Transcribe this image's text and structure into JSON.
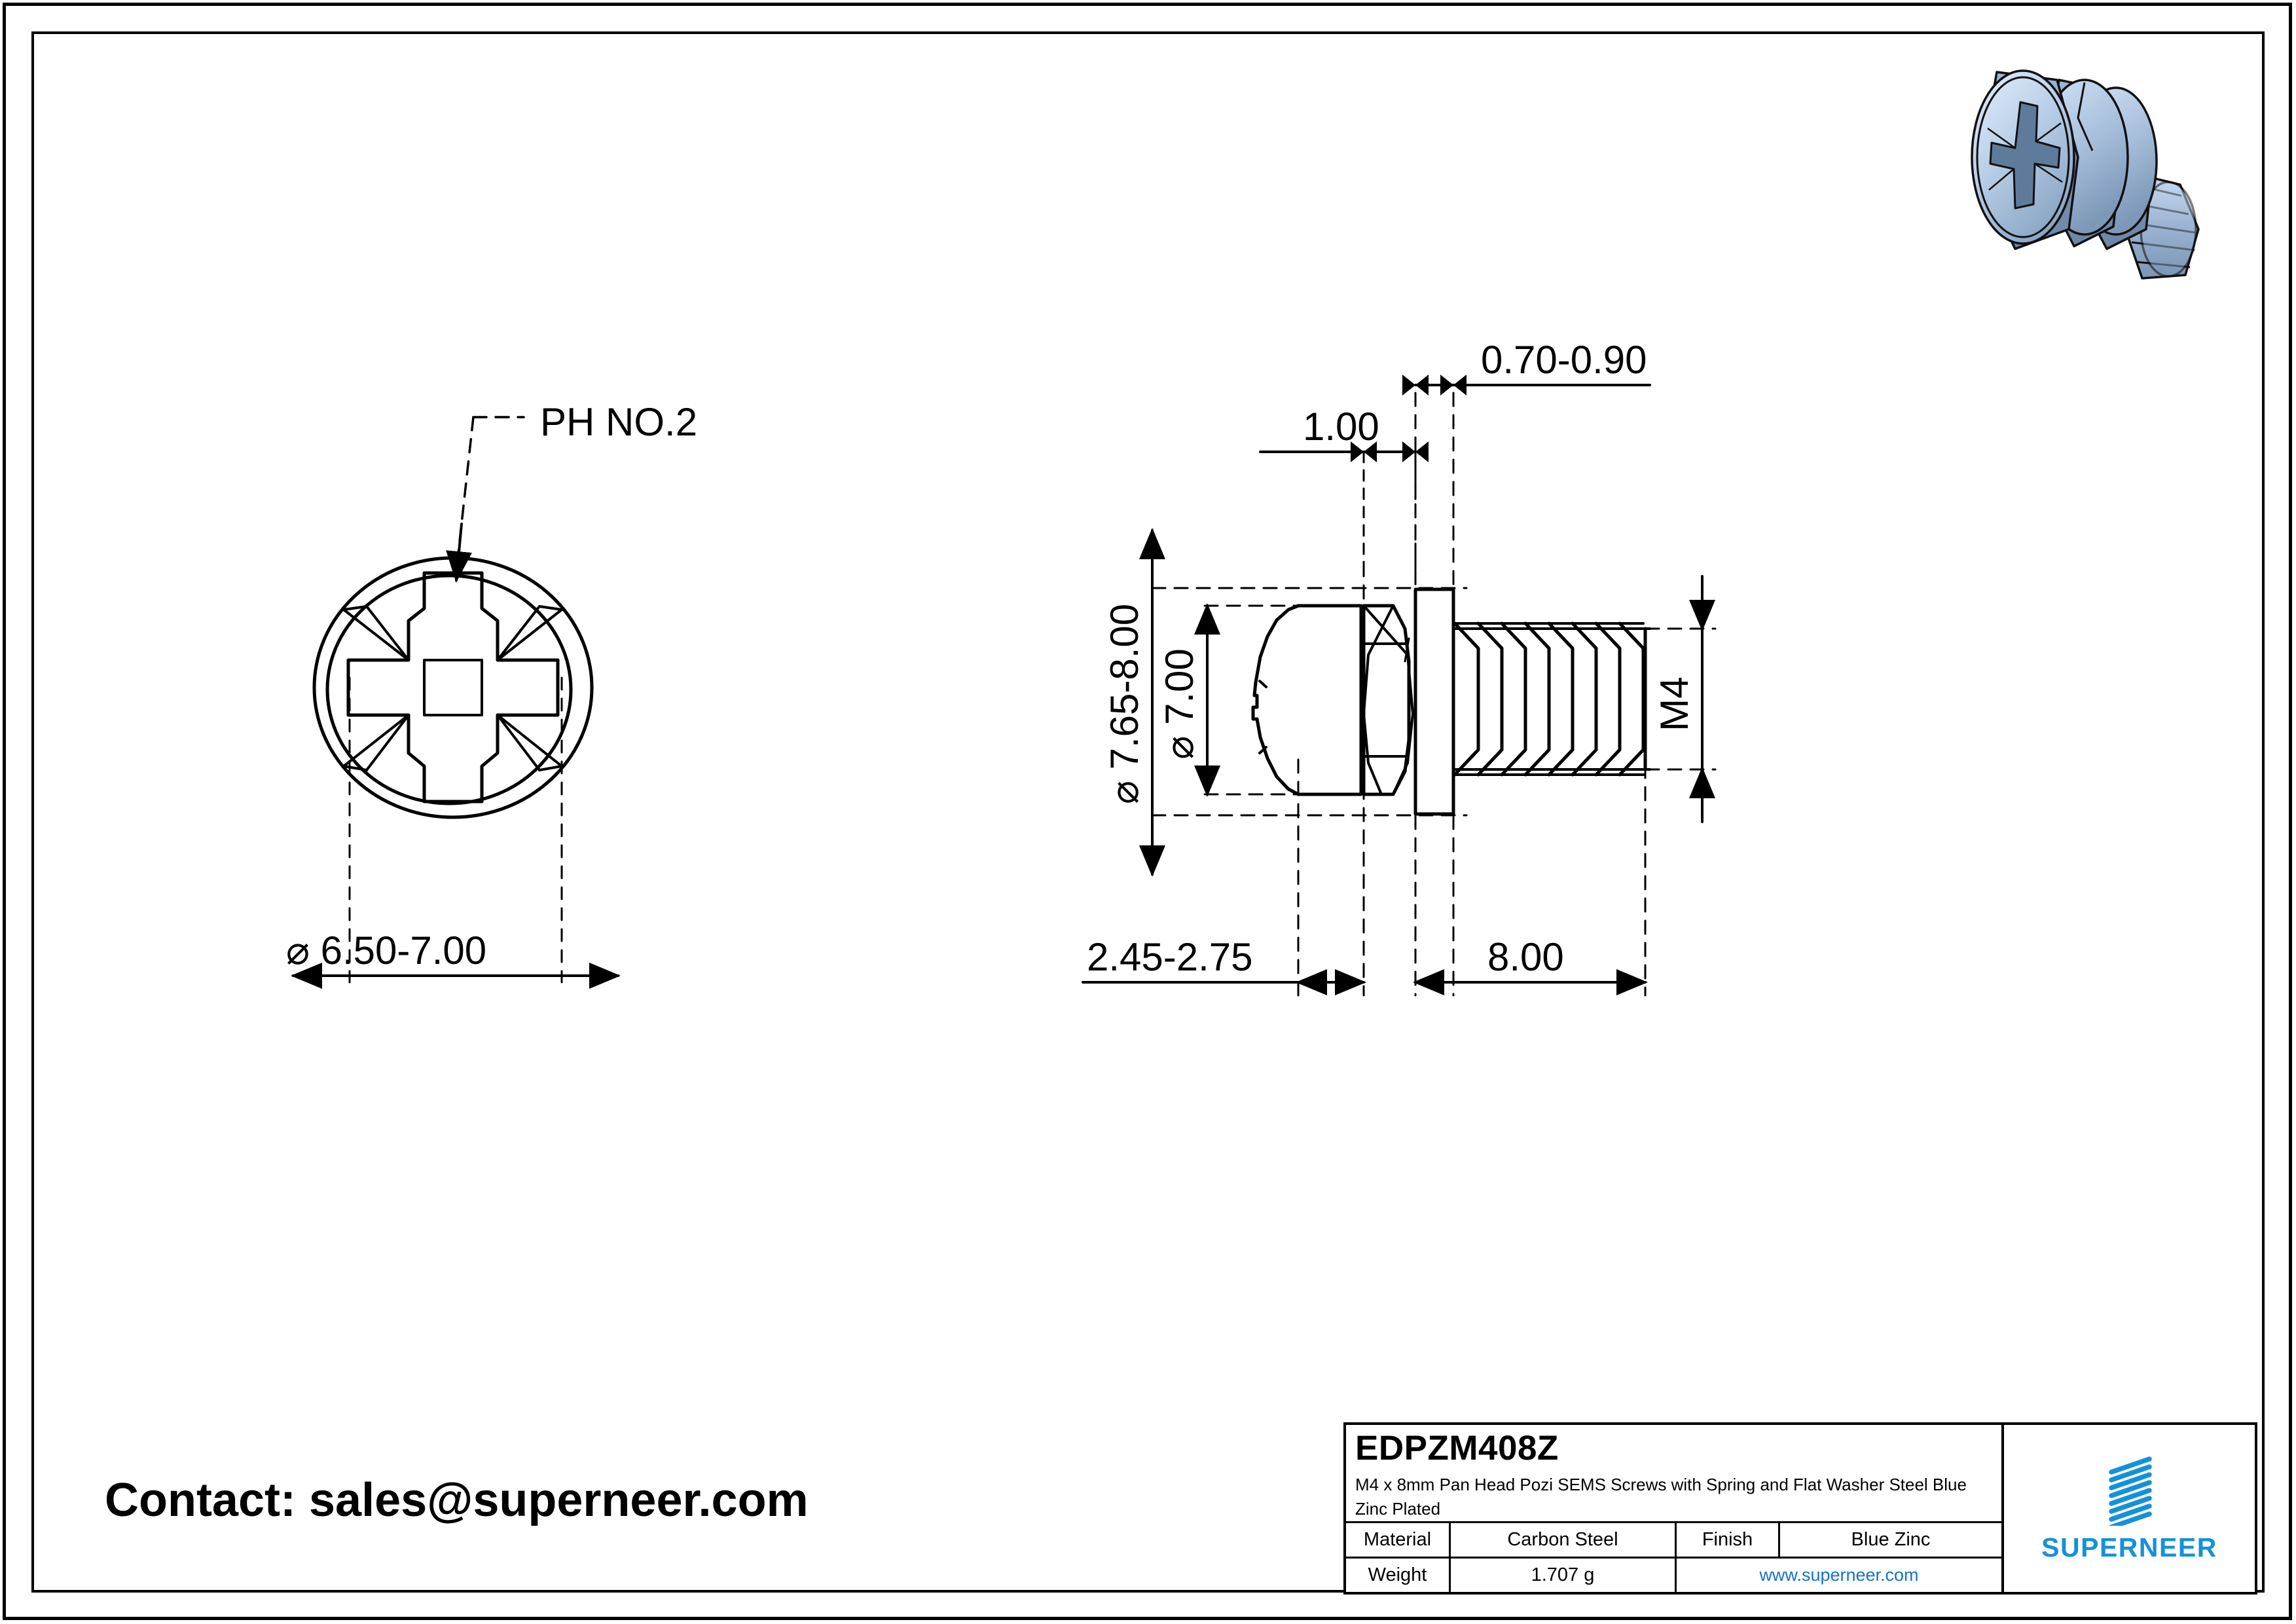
{
  "document": {
    "type": "engineering-drawing",
    "contact_line": "Contact: sales@superneer.com"
  },
  "title_block": {
    "sku": "EDPZM408Z",
    "description": "M4 x 8mm Pan Head Pozi SEMS Screws with Spring and Flat Washer Steel Blue Zinc Plated",
    "material_label": "Material",
    "material_value": "Carbon Steel",
    "finish_label": "Finish",
    "finish_value": "Blue Zinc",
    "weight_label": "Weight",
    "weight_value": "1.707 g",
    "website": "www.superneer.com",
    "brand": "SUPERNEER",
    "brand_color": "#1591D9",
    "link_color": "#1573C4"
  },
  "front_view": {
    "drive_callout": "PH NO.2",
    "head_diameter": "⌀ 6.50-7.00"
  },
  "side_view": {
    "washer_thickness": "0.70-0.90",
    "spring_washer_thickness": "1.00",
    "flat_washer_diameter": "⌀ 7.65-8.00",
    "head_diameter": "⌀ 7.00",
    "thread_callout": "M4",
    "head_height": "2.45-2.75",
    "thread_length": "8.00"
  },
  "render": {
    "alt": "blue zinc plated pan head pozi SEMS screw isometric view",
    "body_color": "#aac4e0",
    "highlight_color": "#dce9f7",
    "shadow_color": "#8299b5"
  }
}
